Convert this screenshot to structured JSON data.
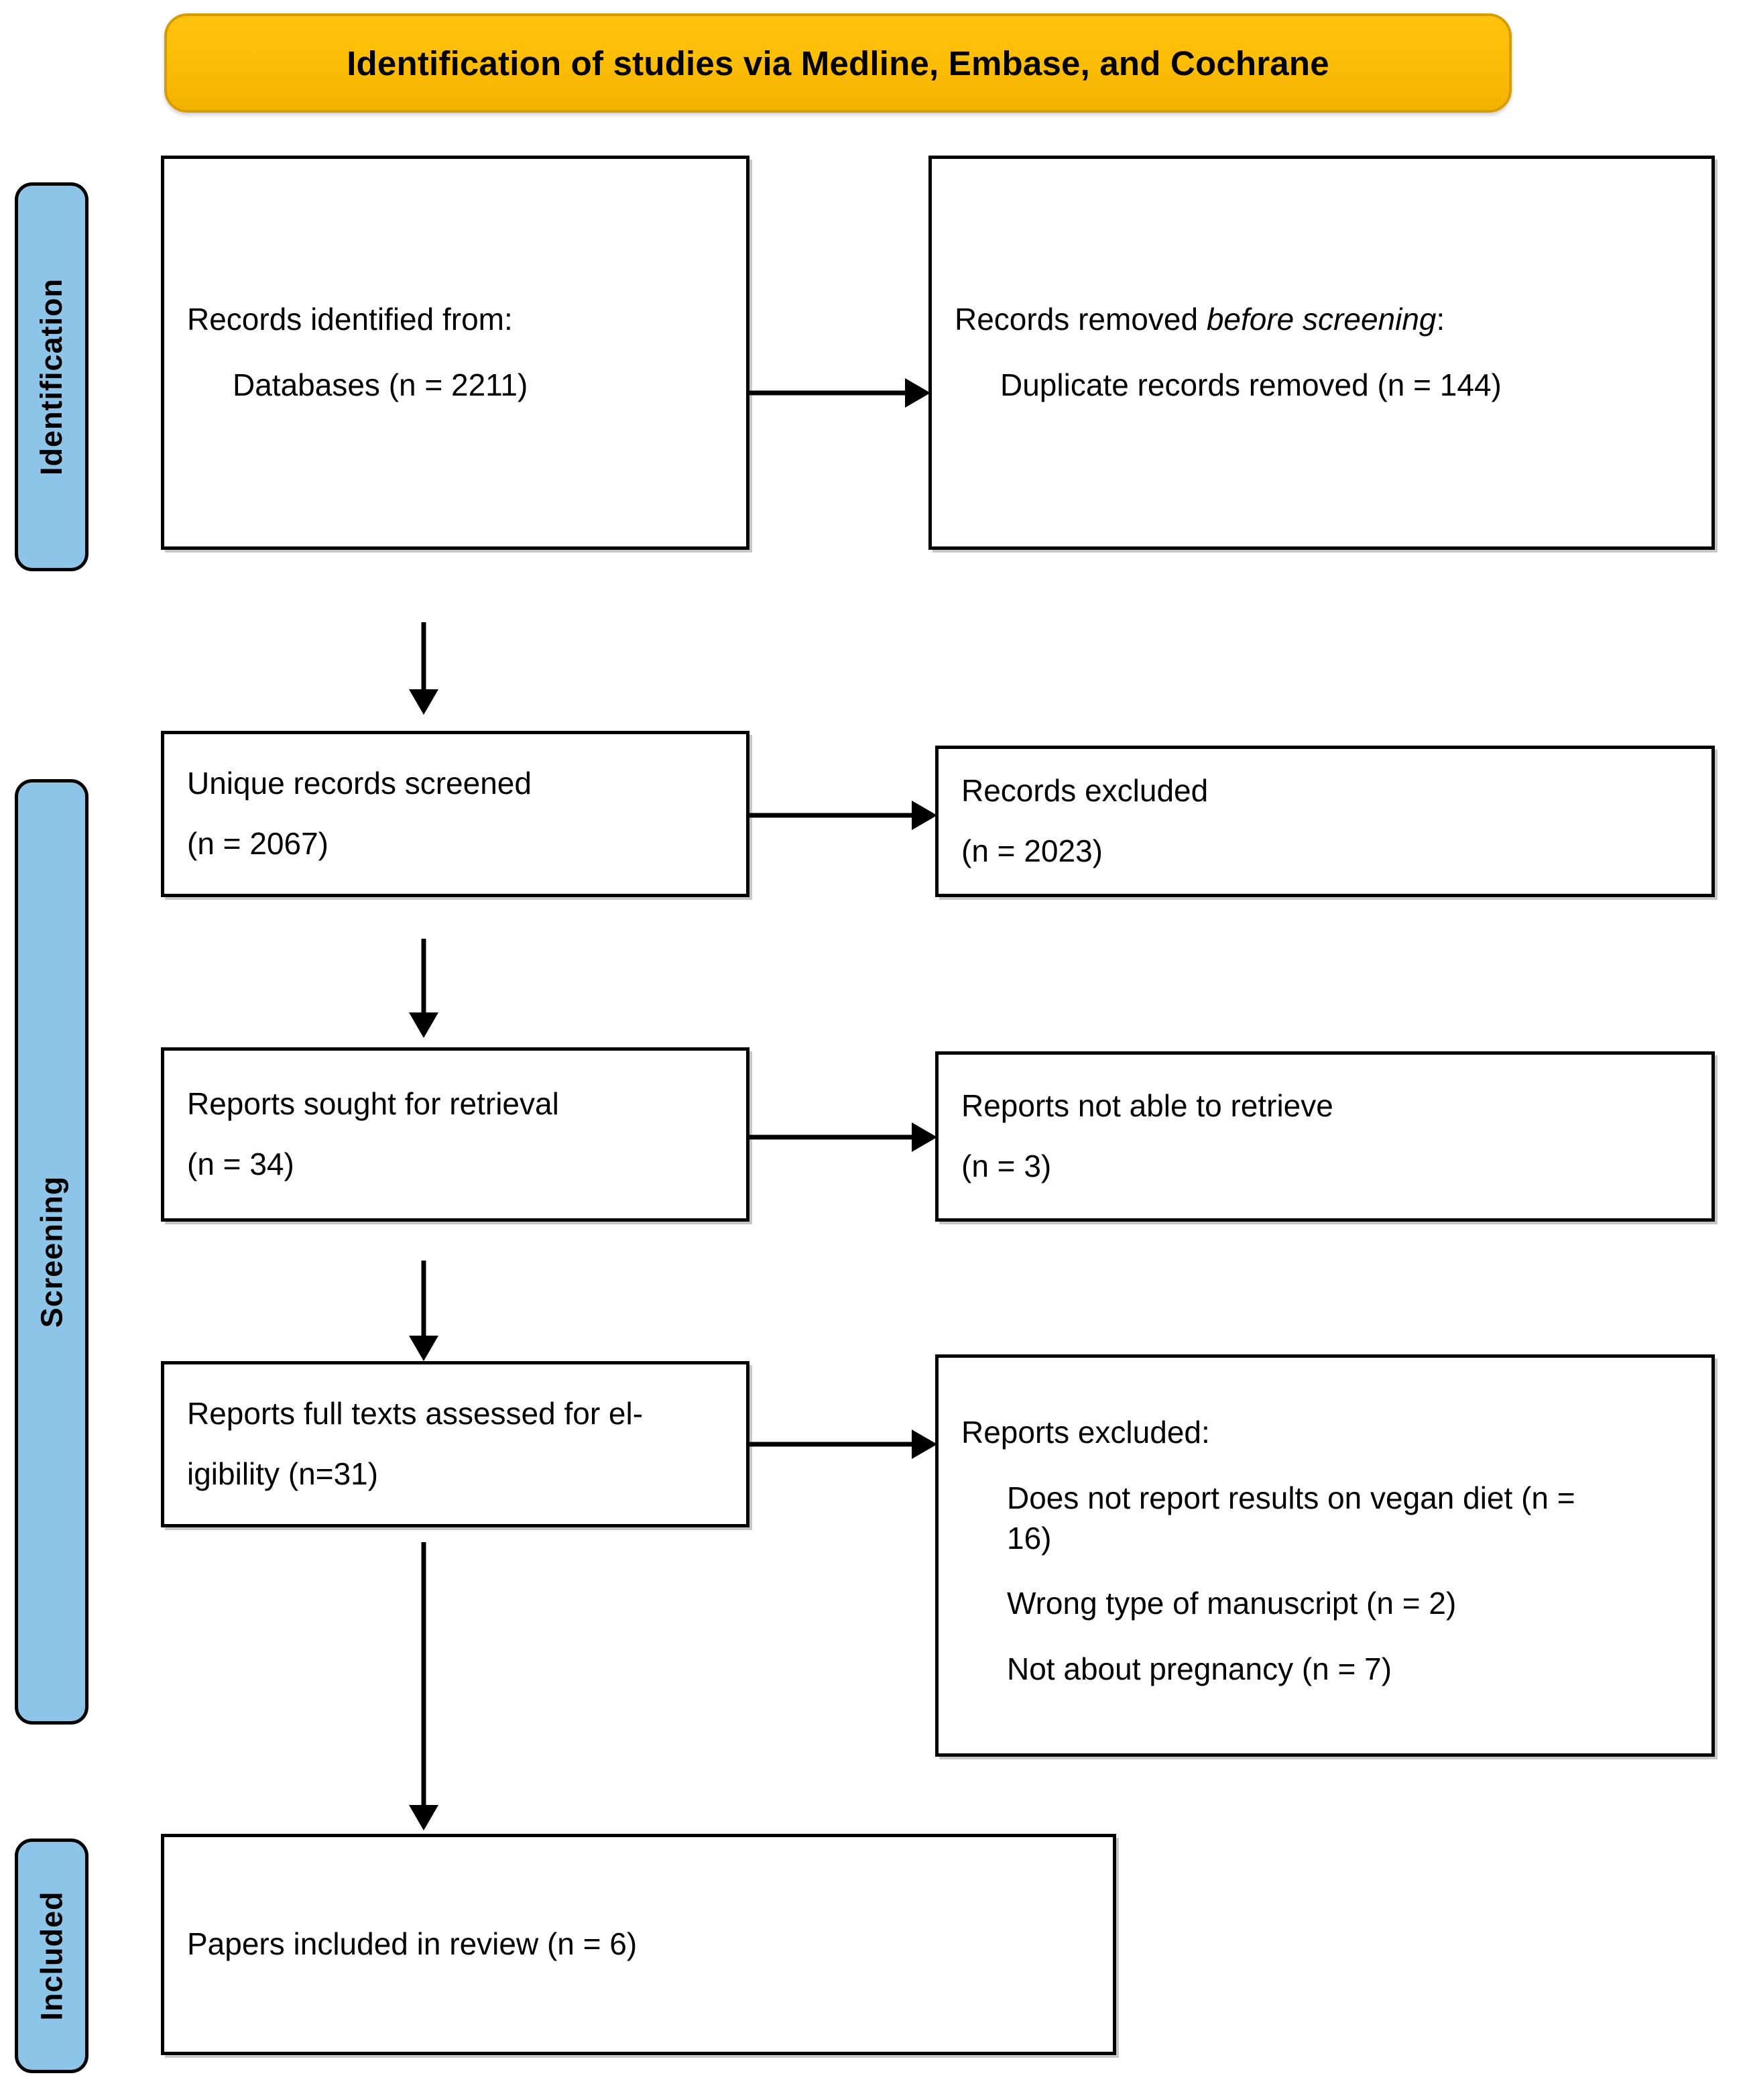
{
  "header": {
    "title": "Identification of studies via Medline, Embase, and Cochrane",
    "background_color": "#FFC20E",
    "border_color": "#D99C00"
  },
  "stages": [
    {
      "id": "identification",
      "label": "Identification",
      "color": "#8CC5E8"
    },
    {
      "id": "screening",
      "label": "Screening",
      "color": "#8CC5E8"
    },
    {
      "id": "included",
      "label": "Included",
      "color": "#8CC5E8"
    }
  ],
  "boxes": {
    "records_identified": {
      "line1": "Records identified from:",
      "line2": "Databases (n = 2211)"
    },
    "records_removed": {
      "line1_pre": "Records removed ",
      "line1_em": "before screening",
      "line1_post": ":",
      "line2": "Duplicate records removed (n = 144)"
    },
    "records_screened": {
      "line1": "Unique records screened",
      "line2": "(n = 2067)"
    },
    "records_excluded": {
      "line1": "Records excluded",
      "line2": "(n = 2023)"
    },
    "reports_sought": {
      "line1": "Reports sought for retrieval",
      "line2": "(n = 34)"
    },
    "reports_not_retrieved": {
      "line1": "Reports not able to retrieve",
      "line2": "(n = 3)"
    },
    "full_text_assessed": {
      "line1": "Reports full texts assessed for el-",
      "line2": "igibility (n=31)"
    },
    "reports_excluded": {
      "heading": "Reports excluded:",
      "reason1_line1": "Does not report results on vegan diet (n =",
      "reason1_line2": "16)",
      "reason2": "Wrong type of manuscript (n = 2)",
      "reason3": "Not about pregnancy (n = 7)"
    },
    "papers_included": {
      "line1": "Papers included in review (n = 6)"
    }
  },
  "chart_data": {
    "type": "diagram",
    "title": "PRISMA 2020 flow diagram",
    "nodes": [
      {
        "id": "records_identified",
        "stage": "Identification",
        "label": "Records identified from: Databases",
        "n": 2211
      },
      {
        "id": "records_removed",
        "stage": "Identification",
        "label": "Records removed before screening: Duplicate records removed",
        "n": 144
      },
      {
        "id": "records_screened",
        "stage": "Screening",
        "label": "Unique records screened",
        "n": 2067
      },
      {
        "id": "records_excluded",
        "stage": "Screening",
        "label": "Records excluded",
        "n": 2023
      },
      {
        "id": "reports_sought",
        "stage": "Screening",
        "label": "Reports sought for retrieval",
        "n": 34
      },
      {
        "id": "reports_not_retrieved",
        "stage": "Screening",
        "label": "Reports not able to retrieve",
        "n": 3
      },
      {
        "id": "full_text_assessed",
        "stage": "Screening",
        "label": "Reports full texts assessed for eligibility",
        "n": 31
      },
      {
        "id": "reports_excluded",
        "stage": "Screening",
        "label": "Reports excluded",
        "reasons": [
          {
            "label": "Does not report results on vegan diet",
            "n": 16
          },
          {
            "label": "Wrong type of manuscript",
            "n": 2
          },
          {
            "label": "Not about pregnancy",
            "n": 7
          }
        ]
      },
      {
        "id": "papers_included",
        "stage": "Included",
        "label": "Papers included in review",
        "n": 6
      }
    ],
    "edges": [
      {
        "from": "records_identified",
        "to": "records_removed",
        "direction": "right"
      },
      {
        "from": "records_identified",
        "to": "records_screened",
        "direction": "down"
      },
      {
        "from": "records_screened",
        "to": "records_excluded",
        "direction": "right"
      },
      {
        "from": "records_screened",
        "to": "reports_sought",
        "direction": "down"
      },
      {
        "from": "reports_sought",
        "to": "reports_not_retrieved",
        "direction": "right"
      },
      {
        "from": "reports_sought",
        "to": "full_text_assessed",
        "direction": "down"
      },
      {
        "from": "full_text_assessed",
        "to": "reports_excluded",
        "direction": "right"
      },
      {
        "from": "full_text_assessed",
        "to": "papers_included",
        "direction": "down"
      }
    ]
  }
}
